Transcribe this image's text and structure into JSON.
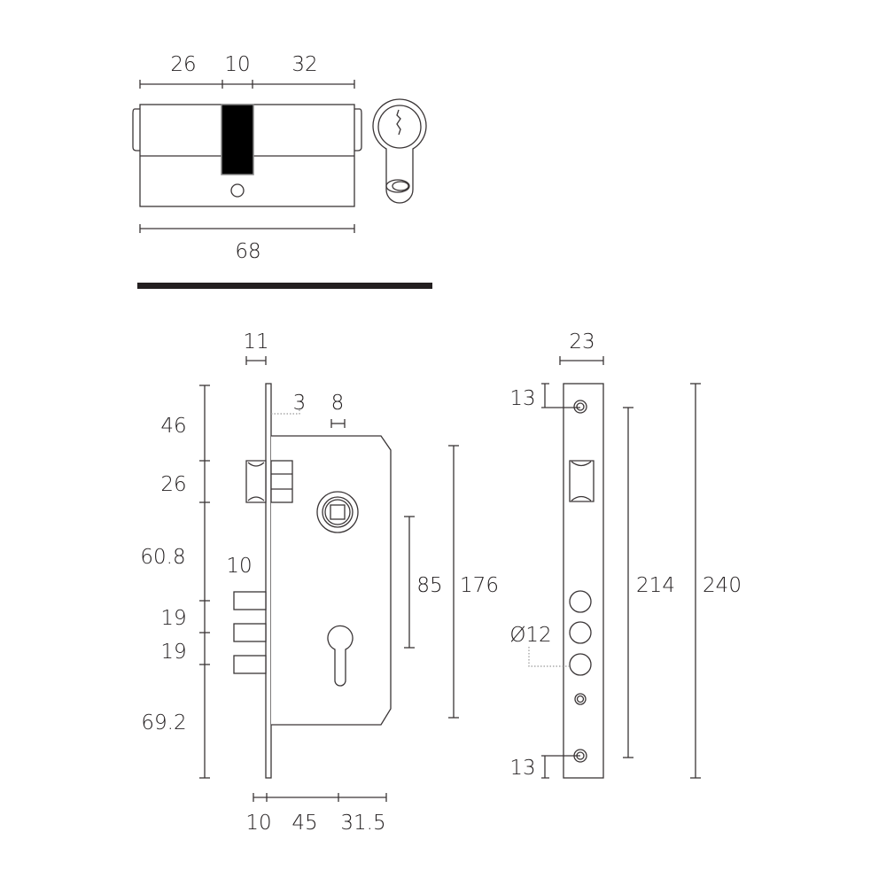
{
  "cylinder": {
    "dim_left": "26",
    "dim_cam": "10",
    "dim_right": "32",
    "dim_total": "68"
  },
  "lock_body": {
    "dim_faceplate_thickness": "11",
    "dim_3": "3",
    "dim_8": "8",
    "dim_46": "46",
    "dim_26": "26",
    "dim_60_8": "60.8",
    "dim_10_bolt": "10",
    "dim_19a": "19",
    "dim_19b": "19",
    "dim_69_2": "69.2",
    "dim_85": "85",
    "dim_176": "176",
    "dim_bottom_10": "10",
    "dim_bottom_45": "45",
    "dim_bottom_31_5": "31.5"
  },
  "faceplate": {
    "dim_width": "23",
    "dim_top_13": "13",
    "dim_bottom_13": "13",
    "dim_hole": "Ø12",
    "dim_214": "214",
    "dim_240": "240"
  },
  "colors": {
    "line": "#3a3536",
    "fill_cam": "#000000"
  }
}
